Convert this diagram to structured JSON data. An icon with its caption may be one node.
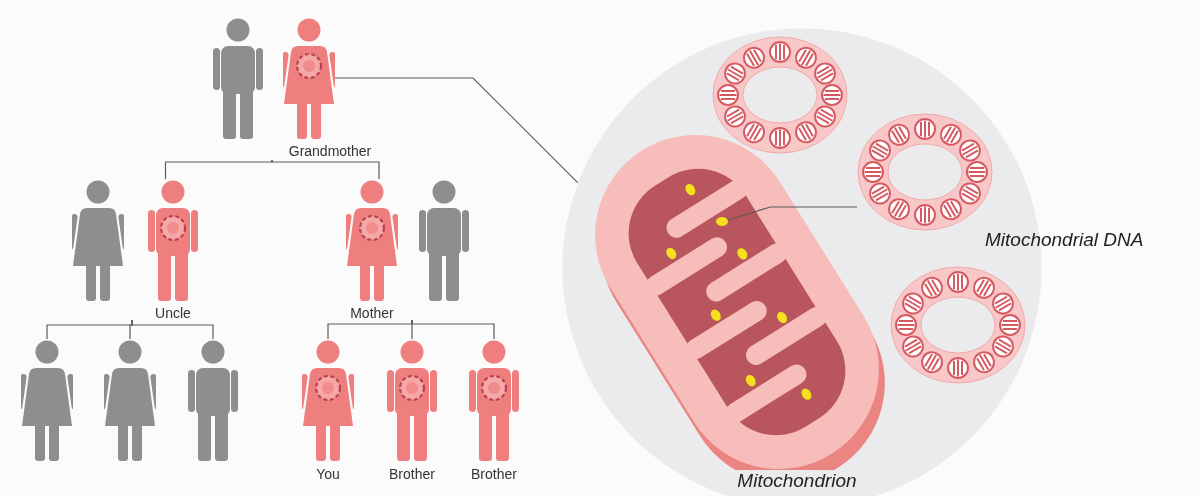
{
  "diagram": {
    "nodes": [
      {
        "text": [],
        "shape": "person"
      },
      {
        "text": [
          "Grandmother"
        ]
      },
      {
        "text": [],
        "shape": "person"
      },
      {
        "text": [
          "Uncle"
        ]
      },
      {
        "text": [
          "Mother"
        ]
      },
      {
        "text": [],
        "shape": "person"
      },
      {
        "text": [],
        "shape": "person"
      },
      {
        "text": [],
        "shape": "person"
      },
      {
        "text": [],
        "shape": "person"
      },
      {
        "text": [
          "You"
        ]
      },
      {
        "text": [
          "Brother"
        ]
      },
      {
        "text": [
          "Brother"
        ]
      },
      {
        "text": [],
        "shape": "circle"
      },
      {
        "text": [
          "Mitochondrion"
        ],
        "in": 12
      },
      {
        "text": [],
        "shape": "circle",
        "in": 13
      },
      {
        "text": [],
        "shape": "picture",
        "in": 12
      },
      {
        "text": [],
        "shape": "picture",
        "in": 12
      },
      {
        "text": [],
        "shape": "picture",
        "in": 12
      }
    ],
    "edges": [
      {
        "from": 1,
        "to": 12,
        "arrow": "none"
      },
      {
        "from": 1,
        "to": 3,
        "arrow": "none"
      },
      {
        "from": 1,
        "to": 4,
        "arrow": "none"
      },
      {
        "from": 3,
        "to": 6,
        "arrow": "none"
      },
      {
        "from": 3,
        "to": 7,
        "arrow": "none"
      },
      {
        "from": 3,
        "to": 8,
        "arrow": "none"
      },
      {
        "from": 4,
        "to": 9,
        "arrow": "none"
      },
      {
        "from": 4,
        "to": 10,
        "arrow": "none"
      },
      {
        "from": 4,
        "to": 11,
        "arrow": "none"
      },
      {
        "from": 16,
        "to": 14,
        "arrow": "none"
      }
    ],
    "labels": [
      "Mitochondrial DNA"
    ]
  }
}
